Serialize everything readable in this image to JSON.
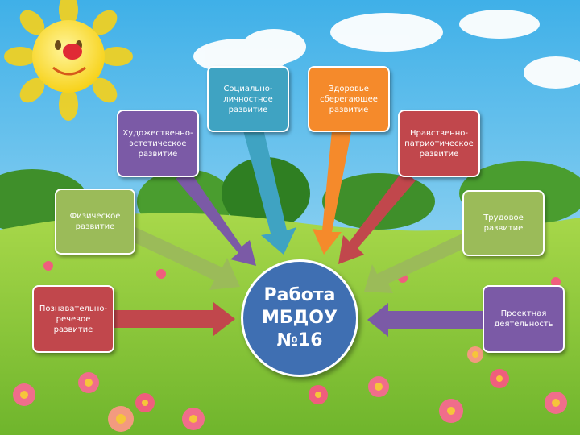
{
  "center": {
    "label": "Работа МБДОУ №16",
    "color": "#3f6fb2"
  },
  "colors": {
    "purple": "#7b5aa6",
    "teal": "#3fa3c2",
    "orange": "#f58a2b",
    "red": "#c1474c",
    "green": "#9bbb59"
  },
  "boxes": {
    "cognitive": "Познавательно-речевое развитие",
    "physical": "Физическое развитие",
    "artistic": "Художественно-эстетическое развитие",
    "social": "Социально-личностное развитие",
    "health": "Здоровье сберегающее развитие",
    "moral": "Нравственно-патриотическое развитие",
    "labor": "Трудовое развитие",
    "project": "Проектная деятельность"
  },
  "decorations": [
    "sun-icon",
    "cloud-icon",
    "flower-icon"
  ]
}
